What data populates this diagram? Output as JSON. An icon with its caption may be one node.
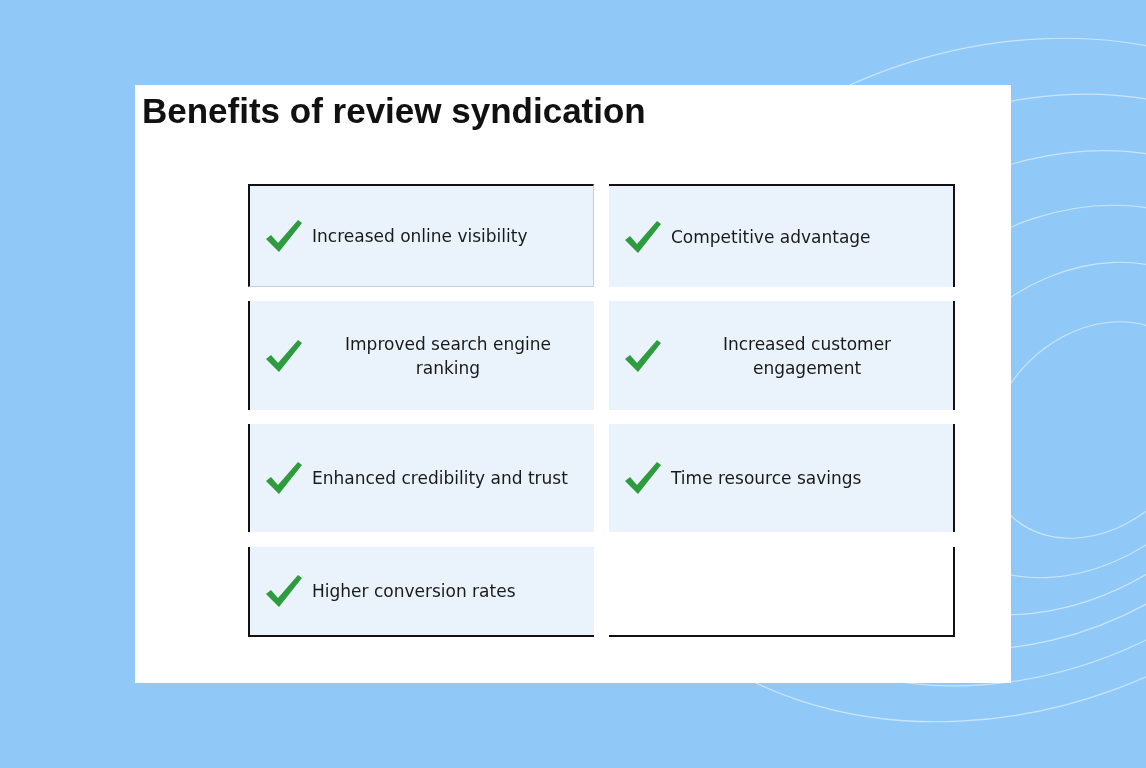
{
  "diagram": {
    "title": "Benefits of review syndication",
    "nodes": [
      {
        "text": [
          "Increased online visibility"
        ]
      },
      {
        "text": [
          "Competitive advantage"
        ]
      },
      {
        "text": [
          "Improved search engine ranking"
        ]
      },
      {
        "text": [
          "Increased customer engagement"
        ]
      },
      {
        "text": [
          "Enhanced credibility and trust"
        ]
      },
      {
        "text": [
          "Time resource savings"
        ]
      },
      {
        "text": [
          "Higher conversion rates"
        ]
      },
      {
        "text": [],
        "shape": "box"
      }
    ]
  }
}
